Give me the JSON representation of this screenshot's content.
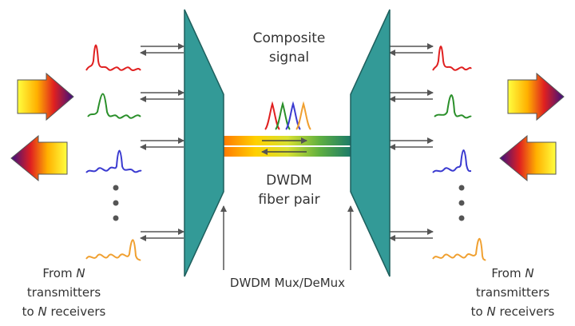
{
  "labels": {
    "composite_line1": "Composite",
    "composite_line2": "signal",
    "fiber_line1": "DWDM",
    "fiber_line2": "fiber pair",
    "muxdemux": "DWDM Mux/DeMux",
    "left_from": "From ",
    "left_n1": "N",
    "left_transmitters": "transmitters",
    "left_to": "to ",
    "left_n2": "N",
    "left_receivers": " receivers",
    "right_from": "From ",
    "right_n1": "N",
    "right_transmitters": "transmitters",
    "right_to": "to ",
    "right_n2": "N",
    "right_receivers": " receivers"
  },
  "colors": {
    "mux_body": "#339a97",
    "mux_outline": "#1e5f5d",
    "pulse_red": "#e02020",
    "pulse_green": "#2a8f2a",
    "pulse_blue": "#3a3ad0",
    "pulse_orange": "#f0a030",
    "arrows": "#555555",
    "fiber_gradient": [
      "#ff7a00",
      "#ffd000",
      "#d8e030",
      "#60b040",
      "#1a7a6a"
    ]
  },
  "icons": {
    "big_arrow_out_left": "gradient-arrow-left-icon",
    "big_arrow_in_left": "gradient-arrow-right-icon",
    "ellipsis": "vertical-dots-icon"
  }
}
